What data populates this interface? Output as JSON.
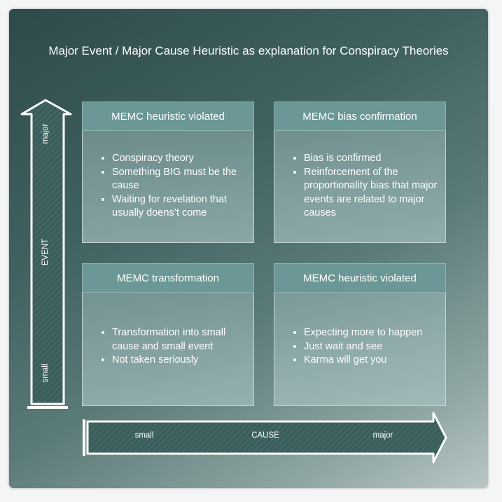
{
  "title": "Major Event / Major Cause Heuristic as explanation for Conspiracy Theories",
  "quadrants": [
    {
      "heading": "MEMC heuristic violated",
      "items": [
        "Conspiracy theory",
        "Something BIG must be the cause",
        "Waiting for revelation that usually doens’t come"
      ]
    },
    {
      "heading": "MEMC bias confirmation",
      "items": [
        "Bias is confirmed",
        "Reinforcement of the proportionality bias that major events are related to major causes"
      ]
    },
    {
      "heading": "MEMC transformation",
      "items": [
        "Transformation into small cause and small event",
        "Not taken seriously"
      ]
    },
    {
      "heading": "MEMC heuristic violated",
      "items": [
        "Expecting more to happen",
        "Just wait and see",
        "Karma will get you"
      ]
    }
  ],
  "event_axis": {
    "label": "EVENT",
    "low": "small",
    "high": "major"
  },
  "cause_axis": {
    "label": "CAUSE",
    "low": "small",
    "high": "major"
  },
  "colors": {
    "header_fill": "#6b9896",
    "body_fill": "#9ab8b7",
    "arrow_fill": "#3f6260",
    "arrow_outline": "#ffffff"
  }
}
